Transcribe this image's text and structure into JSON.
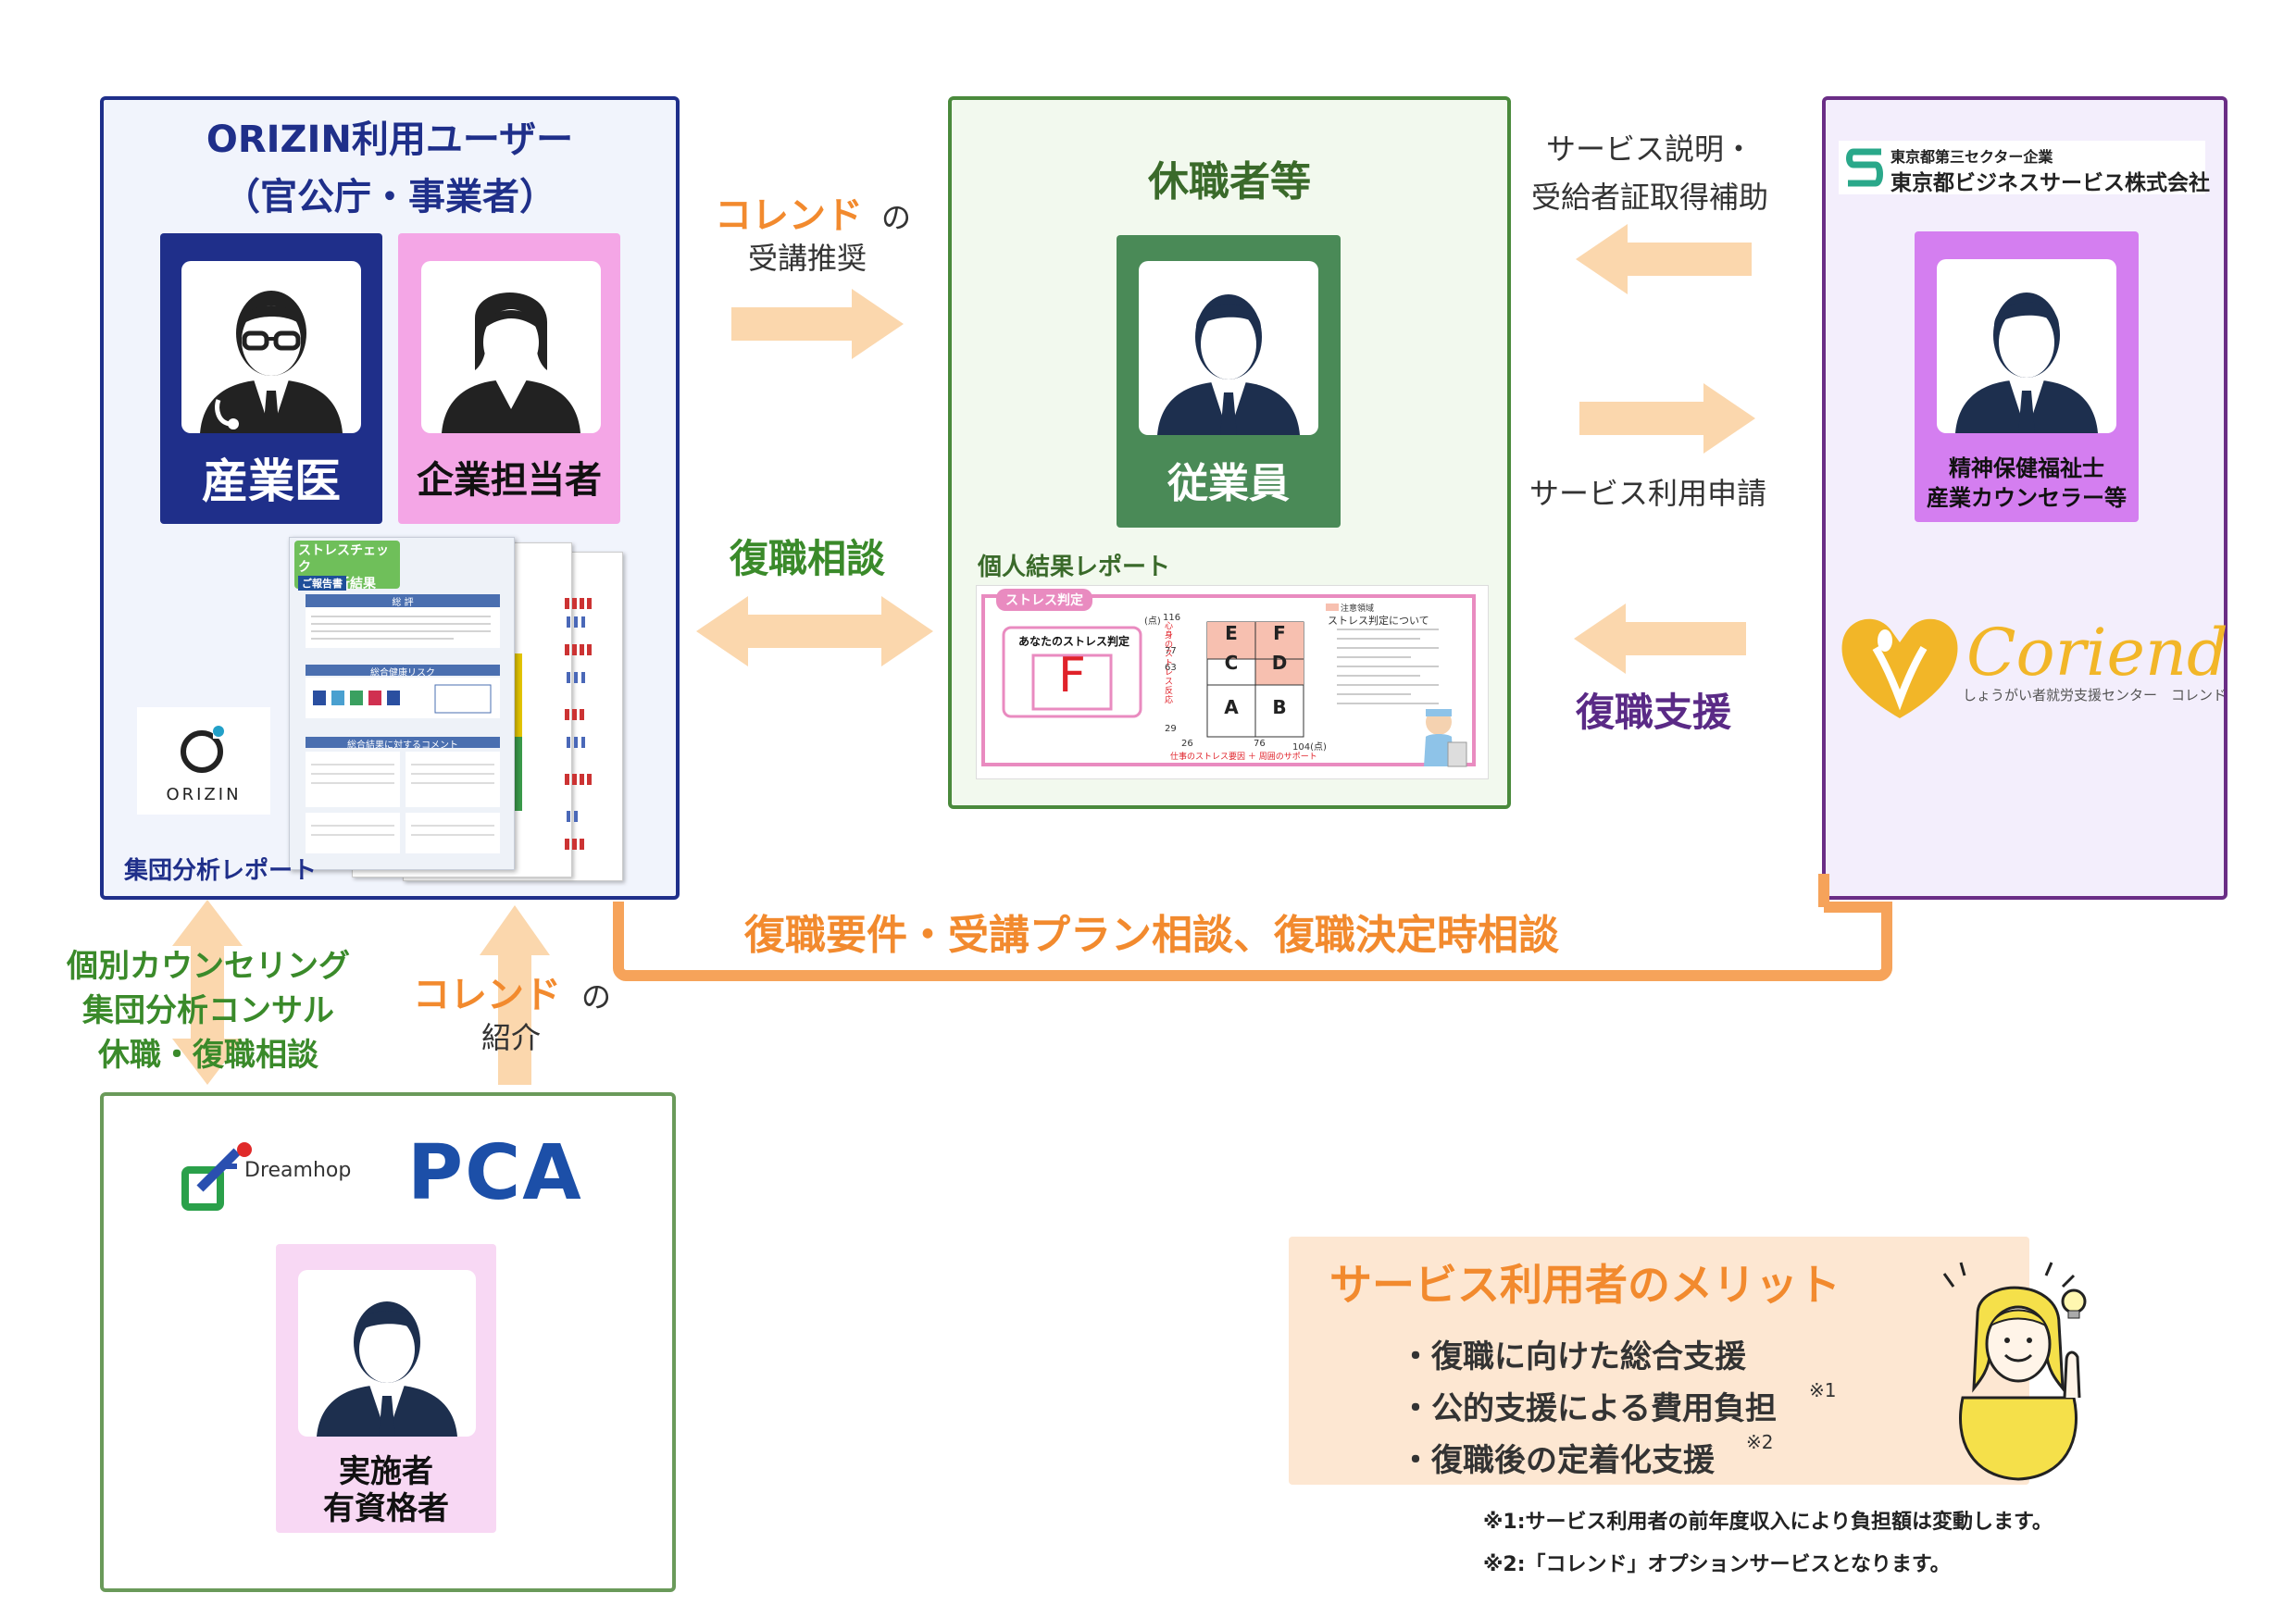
{
  "colors": {
    "orizin_border": "#1f2f8a",
    "orizin_bg": "#f1f4fc",
    "navy": "#1f2f8a",
    "pink": "#f4a6e6",
    "green_border": "#4a8a3c",
    "green_bg": "#f2f9ee",
    "green_fill": "#4a8a57",
    "purple_border": "#6a2d86",
    "purple_bg": "#f3eefc",
    "purple_fill": "#d47ef0",
    "orange": "#f28a2e",
    "peach": "#fbd7ad",
    "bottom_border": "#6a9a5a",
    "merit_bg": "#fde7d2",
    "light_pink": "#f8d8f4"
  },
  "orizin": {
    "title_line1": "ORIZIN利用ユーザー",
    "title_line2": "（官公庁・事業者）",
    "doctor_label": "産業医",
    "staff_label": "企業担当者",
    "report_label": "集団分析レポート",
    "logo_text": "ORIZIN",
    "report_doc": {
      "tag": "ストレスチェック\n集団分析結果",
      "sub": "ご報告書",
      "section1": "総 評",
      "section2": "総合健康リスク",
      "section3": "総合結果に対するコメント"
    }
  },
  "employee": {
    "title": "休職者等",
    "label": "従業員",
    "report_label": "個人結果レポート",
    "stress": {
      "tag": "ストレス判定",
      "result_title": "あなたのストレス判定",
      "grade": "F",
      "cells": [
        "E",
        "F",
        "C",
        "D",
        "A",
        "B"
      ],
      "legend": "注意領域",
      "info_title": "ストレス判定について",
      "y_ticks": [
        "116",
        "77",
        "63",
        "29"
      ],
      "x_ticks": [
        "26",
        "76",
        "104(点)"
      ],
      "y_unit": "(点)",
      "ylabel": "心身のストレス反応",
      "xlabel": "仕事のストレス要因 ＋ 周囲のサポート"
    }
  },
  "coriend": {
    "company_small": "東京都第三セクター企業",
    "company_name": "東京都ビジネスサービス株式会社",
    "counselor_line1": "精神保健福祉士",
    "counselor_line2": "産業カウンセラー等",
    "logo_text": "Coriend",
    "logo_sub": "しょうがい者就労支援センター　コレンド"
  },
  "flows": {
    "recommend_brand": "コレンド",
    "recommend_suffix": "の",
    "recommend_line2": "受講推奨",
    "return_consult": "復職相談",
    "service_explain_1": "サービス説明・",
    "service_explain_2": "受給者証取得補助",
    "service_apply": "サービス利用申請",
    "return_support": "復職支援",
    "bottom_consult": "復職要件・受講プラン相談、復職決定時相談",
    "counseling_1": "個別カウンセリング",
    "counseling_2": "集団分析コンサル",
    "counseling_3": "休職・復職相談",
    "intro_brand": "コレンド",
    "intro_suffix": "の",
    "intro_line2": "紹介"
  },
  "provider": {
    "dreamhop": "Dreamhop",
    "pca": "PCA",
    "label_line1": "実施者",
    "label_line2": "有資格者"
  },
  "merit": {
    "title": "サービス利用者のメリット",
    "items": [
      {
        "text": "・復職に向けた総合支援",
        "note": ""
      },
      {
        "text": "・公的支援による費用負担",
        "note": "※1"
      },
      {
        "text": "・復職後の定着化支援",
        "note": "※2"
      }
    ],
    "footnote1": "※1:サービス利用者の前年度収入により負担額は変動します。",
    "footnote2": "※2:「コレンド」オプションサービスとなります。"
  }
}
